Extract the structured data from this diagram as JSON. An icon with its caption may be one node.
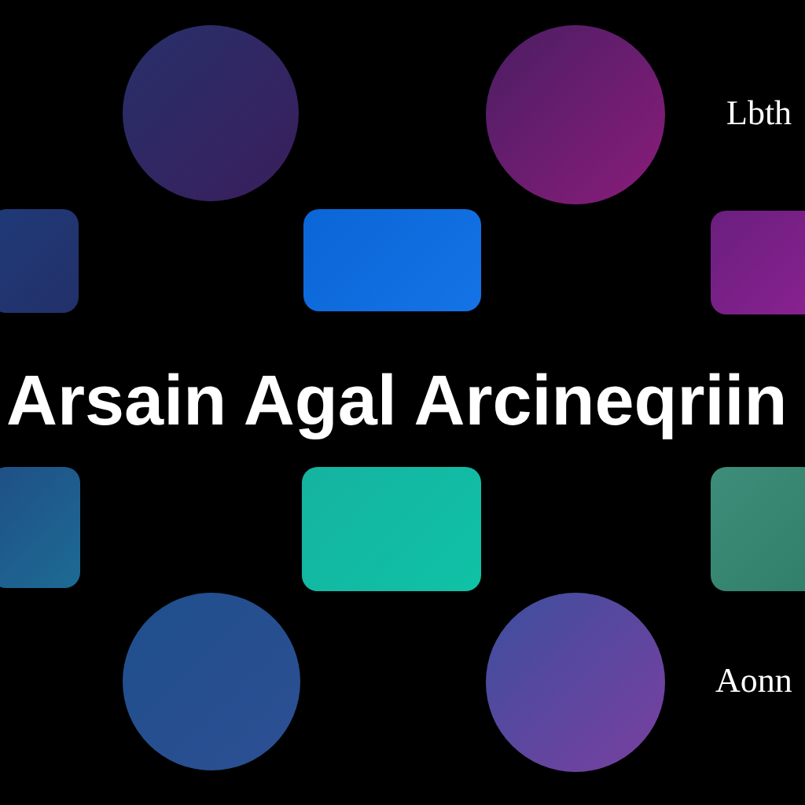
{
  "diagram": {
    "title": "Arsain Agal Arcineqriin",
    "nodes": [
      {
        "text": [],
        "shape": "circle"
      },
      {
        "text": [],
        "shape": "circle"
      },
      {
        "text": [],
        "shape": "box"
      },
      {
        "text": [],
        "shape": "box"
      },
      {
        "text": [],
        "shape": "box"
      },
      {
        "text": [],
        "shape": "box"
      },
      {
        "text": [],
        "shape": "box"
      },
      {
        "text": [],
        "shape": "box"
      },
      {
        "text": [],
        "shape": "circle"
      },
      {
        "text": [],
        "shape": "circle"
      }
    ],
    "labels": [
      "Lbth",
      "Aonn"
    ]
  }
}
